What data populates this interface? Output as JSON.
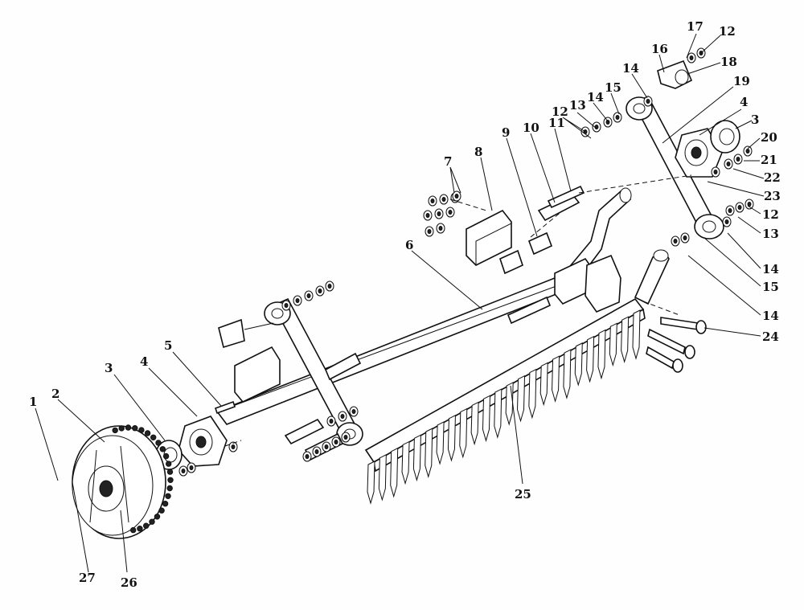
{
  "callouts": [
    {
      "id": "c1",
      "text": "1"
    },
    {
      "id": "c2",
      "text": "2"
    },
    {
      "id": "c3a",
      "text": "3"
    },
    {
      "id": "c4a",
      "text": "4"
    },
    {
      "id": "c5",
      "text": "5"
    },
    {
      "id": "c6",
      "text": "6"
    },
    {
      "id": "c7",
      "text": "7"
    },
    {
      "id": "c8",
      "text": "8"
    },
    {
      "id": "c9",
      "text": "9"
    },
    {
      "id": "c10",
      "text": "10"
    },
    {
      "id": "c11",
      "text": "11"
    },
    {
      "id": "c12a",
      "text": "12"
    },
    {
      "id": "c13a",
      "text": "13"
    },
    {
      "id": "c14a",
      "text": "14"
    },
    {
      "id": "c15a",
      "text": "15"
    },
    {
      "id": "c14b",
      "text": "14"
    },
    {
      "id": "c16",
      "text": "16"
    },
    {
      "id": "c17",
      "text": "17"
    },
    {
      "id": "c12b",
      "text": "12"
    },
    {
      "id": "c18",
      "text": "18"
    },
    {
      "id": "c19",
      "text": "19"
    },
    {
      "id": "c4b",
      "text": "4"
    },
    {
      "id": "c3b",
      "text": "3"
    },
    {
      "id": "c20",
      "text": "20"
    },
    {
      "id": "c21",
      "text": "21"
    },
    {
      "id": "c22",
      "text": "22"
    },
    {
      "id": "c23",
      "text": "23"
    },
    {
      "id": "c12c",
      "text": "12"
    },
    {
      "id": "c13b",
      "text": "13"
    },
    {
      "id": "c14c",
      "text": "14"
    },
    {
      "id": "c15b",
      "text": "15"
    },
    {
      "id": "c14d",
      "text": "14"
    },
    {
      "id": "c24",
      "text": "24"
    },
    {
      "id": "c25",
      "text": "25"
    },
    {
      "id": "c26",
      "text": "26"
    },
    {
      "id": "c27",
      "text": "27"
    }
  ]
}
